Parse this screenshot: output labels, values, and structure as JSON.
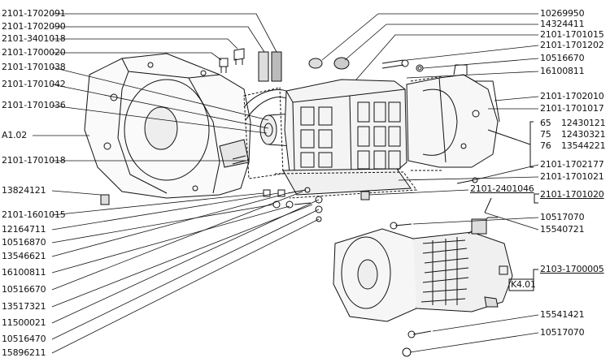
{
  "colors": {
    "ink": "#111111",
    "paper": "#ffffff",
    "shade": "#cfcfcf"
  },
  "diagram": {
    "left_labels": [
      "2101-1702091",
      "2101-1702090",
      "2101-3401018",
      "2101-1700020",
      "2101-1701038",
      "2101-1701042",
      "2101-1701036",
      "A1.02",
      "2101-1701018",
      "13824121",
      "2101-1601015",
      "12164711",
      "10516870",
      "13546621",
      "16100811",
      "10516670",
      "13517321",
      "11500021",
      "10516470",
      "15896211"
    ],
    "right_labels": [
      "10269950",
      "14324411",
      "2101-1701015",
      "2101-1701202",
      "10516670",
      "16100811",
      "2101-1702010",
      "2101-1701017",
      "2101-1702177",
      "2101-1701021",
      "2101-2401046",
      "2101-1701020",
      "10517070",
      "15540721",
      "2103-1700005",
      "K4.01",
      "15541421",
      "10517070"
    ],
    "gear_table": [
      [
        "65",
        "12430121"
      ],
      [
        "75",
        "12430321"
      ],
      [
        "76",
        "13544221"
      ]
    ]
  }
}
